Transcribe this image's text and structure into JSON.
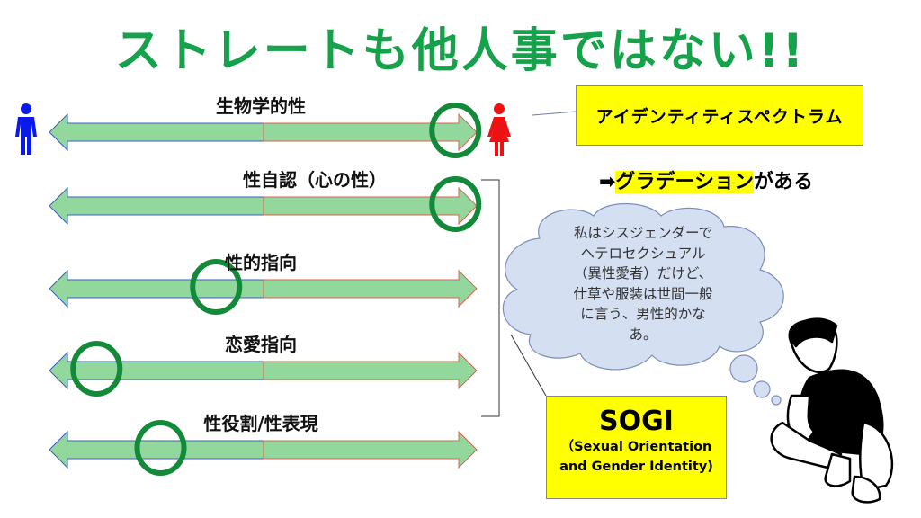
{
  "title": "ストレートも他人事ではない!!",
  "colors": {
    "title": "#15a24a",
    "arrow_fill": "#92d79b",
    "left_stroke": "#3b5cc4",
    "right_stroke": "#e06050",
    "marker": "#138a3a",
    "male": "#0a1ae8",
    "female": "#ee1111",
    "highlight": "#ffff00",
    "cloud": "#d4dff2"
  },
  "icons": {
    "left_end": "male-person-icon",
    "right_end": "female-person-icon"
  },
  "spectrums": [
    {
      "label": "生物学的性",
      "marker_position": 0.95
    },
    {
      "label": "性自認（心の性）",
      "marker_position": 0.95
    },
    {
      "label": "性的指向",
      "marker_position": 0.39
    },
    {
      "label": "恋愛指向",
      "marker_position": 0.11
    },
    {
      "label": "性役割/性表現",
      "marker_position": 0.26
    }
  ],
  "spectrum_box": "アイデンティティスペクトラム",
  "gradation": {
    "arrow": "➡",
    "highlight": "グラデーション",
    "rest": "がある"
  },
  "thought": [
    "私はシスジェンダーで",
    "ヘテロセクシュアル",
    "（異性愛者）だけど、",
    "仕草や服装は世間一般",
    "に言う、男性的かな",
    "あ。"
  ],
  "sogi": {
    "title": "SOGI",
    "line1": "（Sexual Orientation",
    "line2": "and Gender Identity)"
  }
}
